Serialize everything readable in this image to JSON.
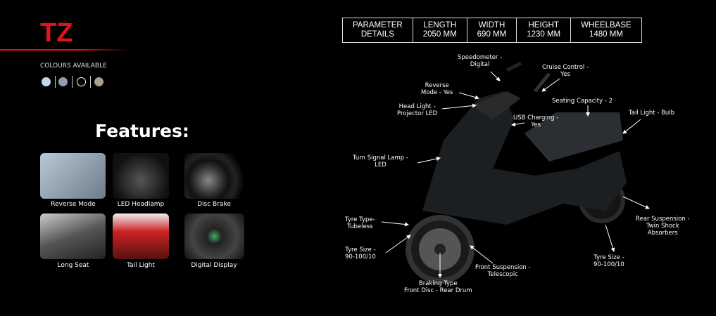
{
  "model": "TZ",
  "colours_label": "COLOURS AVAILABLE",
  "colours": [
    "#c7d6e3",
    "#8e9eae",
    "#000000",
    "#a89e91"
  ],
  "features_title": "Features:",
  "features": [
    {
      "label": "Reverse Mode"
    },
    {
      "label": "LED Headlamp"
    },
    {
      "label": "Disc Brake"
    },
    {
      "label": "Long Seat"
    },
    {
      "label": "Tail Light"
    },
    {
      "label": "Digital Display"
    }
  ],
  "specs": {
    "headers": [
      [
        "PARAMETER",
        "DETAILS"
      ],
      [
        "LENGTH",
        "2050 MM"
      ],
      [
        "WIDTH",
        "690 MM"
      ],
      [
        "HEIGHT",
        "1230 MM"
      ],
      [
        "WHEELBASE",
        "1480 MM"
      ]
    ]
  },
  "callouts": {
    "speedometer": [
      "Speedometer -",
      "Digital"
    ],
    "cruise": [
      "Cruise Control -",
      "Yes"
    ],
    "reverse": [
      "Reverse",
      "Mode - Yes"
    ],
    "seating": [
      "Seating Capacity - 2"
    ],
    "headlight": [
      "Head Light -",
      "Projector LED"
    ],
    "usb": [
      "USB Charging -",
      "Yes"
    ],
    "taillight": [
      "Tail Light - Bulb"
    ],
    "turn": [
      "Turn Signal Lamp -",
      "LED"
    ],
    "rear_susp": [
      "Rear Suspension -",
      "Twin Shock",
      "Absorbers"
    ],
    "tyre_type": [
      "Tyre Type-",
      "Tubeless"
    ],
    "tyre_size_front": [
      "Tyre Size -",
      "90-100/10"
    ],
    "tyre_size_rear": [
      "Tyre Size -",
      "90-100/10"
    ],
    "front_susp": [
      "Front Suspension -",
      "Telescopic"
    ],
    "braking": [
      "Braking Type",
      "Front Disc - Rear Drum"
    ]
  }
}
